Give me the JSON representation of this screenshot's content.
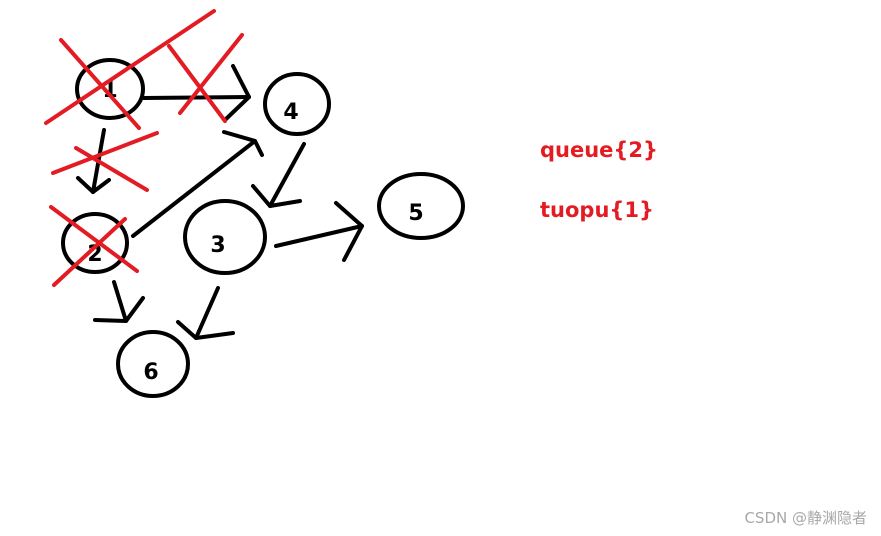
{
  "nodes": [
    {
      "id": "1",
      "label": "1",
      "crossed": true
    },
    {
      "id": "2",
      "label": "2",
      "crossed": true
    },
    {
      "id": "3",
      "label": "3",
      "crossed": false
    },
    {
      "id": "4",
      "label": "4",
      "crossed": false
    },
    {
      "id": "5",
      "label": "5",
      "crossed": false
    },
    {
      "id": "6",
      "label": "6",
      "crossed": false
    }
  ],
  "edges": [
    {
      "from": "1",
      "to": "4",
      "crossed": true
    },
    {
      "from": "1",
      "to": "2",
      "crossed": true
    },
    {
      "from": "2",
      "to": "4",
      "crossed": false
    },
    {
      "from": "2",
      "to": "6",
      "crossed": false
    },
    {
      "from": "4",
      "to": "3",
      "crossed": false
    },
    {
      "from": "3",
      "to": "5",
      "crossed": false
    },
    {
      "from": "3",
      "to": "6",
      "crossed": false
    }
  ],
  "annotations": {
    "queue": "queue{2}",
    "tuopu": "tuopu{1}"
  },
  "watermark": "CSDN @静渊隐者",
  "colors": {
    "stroke": "#000000",
    "cross": "#e31b23",
    "annotation": "#e31b23"
  }
}
